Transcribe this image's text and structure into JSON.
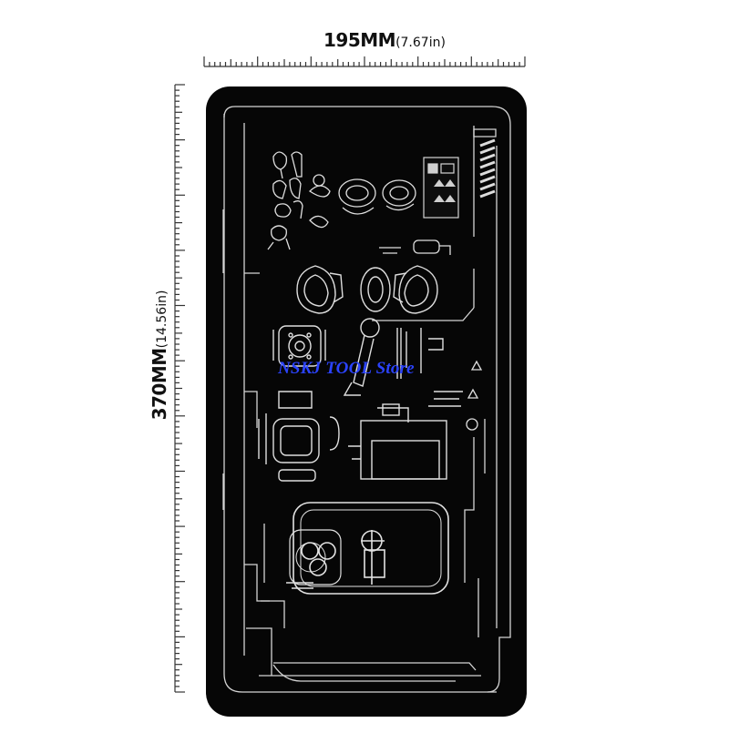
{
  "dimensions": {
    "width_label": "195MM",
    "width_inches": "(7.67in)",
    "height_label": "370MM",
    "height_inches": "(14.56in)"
  },
  "watermark": "NSKJ TOOL Store",
  "colors": {
    "mat": "#060606",
    "line": "#d8d8d8",
    "watermark": "#2b43ff"
  }
}
